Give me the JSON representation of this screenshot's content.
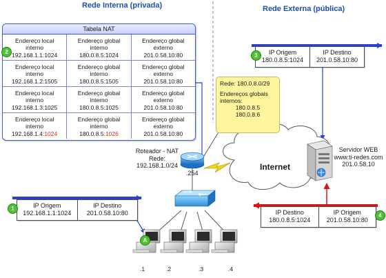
{
  "titles": {
    "left": "Rede Interna (privada)",
    "right": "Rede Externa (pública)"
  },
  "nat_table": {
    "title": "Tabela NAT",
    "rows": [
      [
        [
          "Endereço local",
          "interno",
          "192.168.1.1:1024"
        ],
        [
          "Endereço global",
          "interno",
          "180.0.8.5:1024"
        ],
        [
          "Endereço global",
          "externo",
          "201.0.58.10:80"
        ]
      ],
      [
        [
          "Endereço local",
          "interno",
          "192.168.1.2:1505"
        ],
        [
          "Endereço global",
          "interno",
          "180.0.8.5:1505"
        ],
        [
          "Endereço global",
          "externo",
          "201.0.58.10:80"
        ]
      ],
      [
        [
          "Endereço local",
          "interno",
          "192.168.1.3:1025"
        ],
        [
          "Endereço global",
          "interno",
          "180.0.8.5:1025"
        ],
        [
          "Endereço global",
          "externo",
          "201.0.58.10:80"
        ]
      ],
      [
        [
          "Endereço local",
          "interno",
          "192.168.1.4:"
        ],
        [
          "Endereço global",
          "interno",
          "180.0.8.5:"
        ],
        [
          "Endereço global",
          "externo",
          "201.0.58.10:80"
        ]
      ]
    ],
    "row4_red_ports": {
      "local": "1024",
      "global": "1026"
    }
  },
  "packets": {
    "p1": {
      "badge": "1",
      "left_head": "IP Origem",
      "left_val": "192.168.1.1:1024",
      "right_head": "IP Destino",
      "right_val": "201.0.58.10:80"
    },
    "p3": {
      "badge": "3",
      "left_head": "IP Origem",
      "left_val": "180.0.8.5:1024",
      "right_head": "IP Destino",
      "right_val": "201.0.58.10:80"
    },
    "p4": {
      "badge": "4",
      "left_head": "IP Destino",
      "left_val": "180.0.8.5:1024",
      "right_head": "IP Origem",
      "right_val": "201.0.58.10:80"
    }
  },
  "badges": {
    "nat": "2",
    "pc": "A"
  },
  "note": {
    "line1": "Rede: 180.0.8.0/29",
    "line2": "Endereços globais",
    "line3": "internos:",
    "ip1": "180.0.8.5",
    "ip2": "180.0.8.6"
  },
  "router": {
    "line1": "Roteador - NAT",
    "line2": "Rede:",
    "line3": "192.168.1.0/24",
    "port": ".254"
  },
  "cloud": "Internet",
  "server": {
    "line1": "Servidor WEB",
    "line2": "www.ti-redes.com",
    "line3": "201.0.58.10"
  },
  "pcs": [
    ".1",
    ".2",
    ".3",
    ".4"
  ],
  "colors": {
    "blue_arrow": "#2c3fd0",
    "red_arrow": "#e01010",
    "badge": "#4cc431"
  }
}
